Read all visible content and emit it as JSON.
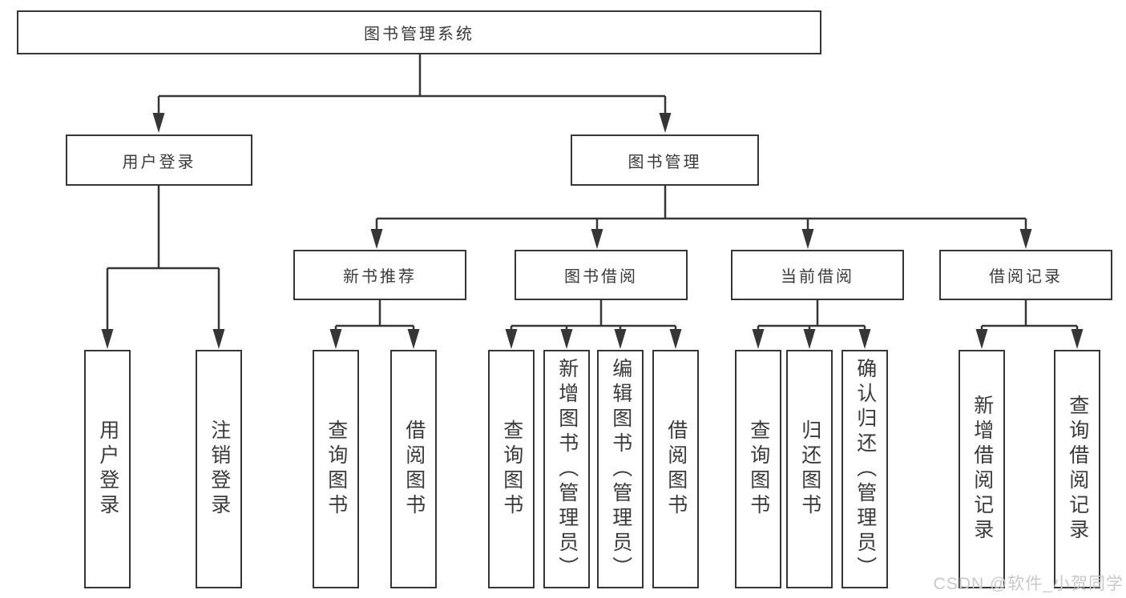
{
  "diagram": {
    "root": {
      "label": "图书管理系统"
    },
    "branches": [
      {
        "label": "用户登录",
        "children": [
          {
            "label": "用户登录"
          },
          {
            "label": "注销登录"
          }
        ]
      },
      {
        "label": "图书管理",
        "children": [
          {
            "label": "新书推荐",
            "children": [
              {
                "label": "查询图书"
              },
              {
                "label": "借阅图书"
              }
            ]
          },
          {
            "label": "图书借阅",
            "children": [
              {
                "label": "查询图书"
              },
              {
                "label": "新增图书（管理员）"
              },
              {
                "label": "编辑图书（管理员）"
              },
              {
                "label": "借阅图书"
              }
            ]
          },
          {
            "label": "当前借阅",
            "children": [
              {
                "label": "查询图书"
              },
              {
                "label": "归还图书"
              },
              {
                "label": "确认归还（管理员）"
              }
            ]
          },
          {
            "label": "借阅记录",
            "children": [
              {
                "label": "新增借阅记录"
              },
              {
                "label": "查询借阅记录"
              }
            ]
          }
        ]
      }
    ]
  },
  "watermark": {
    "text": "CSDN @软件_小贺同学"
  },
  "colors": {
    "line": "#363636",
    "text": "#3a3a3a",
    "watermark": "#c9c9c9",
    "background": "#ffffff"
  }
}
